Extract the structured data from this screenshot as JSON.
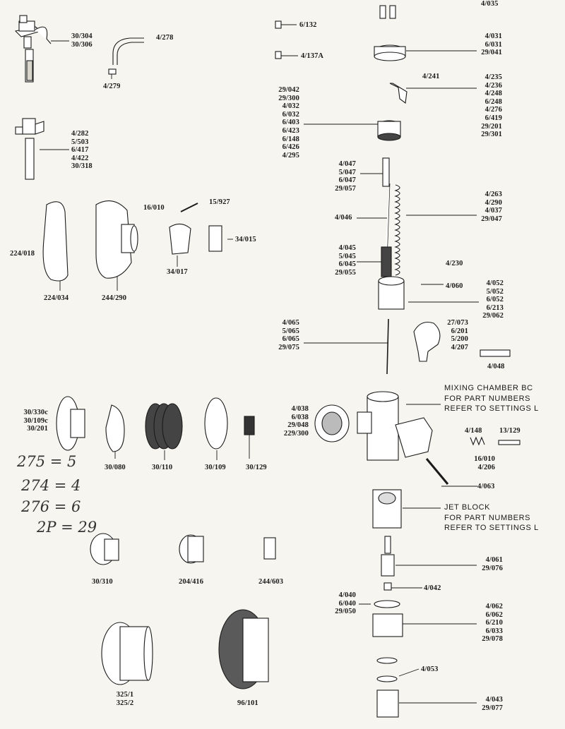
{
  "labels": {
    "l_30_304": [
      "30/304",
      "30/306"
    ],
    "l_4_278": [
      "4/278"
    ],
    "l_4_279": [
      "4/279"
    ],
    "l_4_282": [
      "4/282",
      "5/503",
      "6/417",
      "4/422",
      "30/318"
    ],
    "l_6_132": [
      "6/132"
    ],
    "l_4_137": [
      "4/137A"
    ],
    "l_4_035": [
      "4/035"
    ],
    "l_4_031": [
      "4/031",
      "6/031",
      "29/041"
    ],
    "l_4_241": [
      "4/241"
    ],
    "l_4_235": [
      "4/235",
      "4/236",
      "4/248",
      "6/248",
      "4/276",
      "6/419",
      "29/201",
      "29/301"
    ],
    "l_29_042": [
      "29/042",
      "29/300",
      "4/032",
      "6/032",
      "6/403",
      "6/423",
      "6/148",
      "6/426",
      "4/295"
    ],
    "l_4_047": [
      "4/047",
      "5/047",
      "6/047",
      "29/057"
    ],
    "l_4_046": [
      "4/046"
    ],
    "l_4_263": [
      "4/263",
      "4/290",
      "4/037",
      "29/047"
    ],
    "l_16_010a": [
      "16/010"
    ],
    "l_15_927": [
      "15/927"
    ],
    "l_34_015": [
      "34/015"
    ],
    "l_34_017": [
      "34/017"
    ],
    "l_224_018": [
      "224/018"
    ],
    "l_224_034": [
      "224/034"
    ],
    "l_244_290": [
      "244/290"
    ],
    "l_4_045": [
      "4/045",
      "5/045",
      "6/045",
      "29/055"
    ],
    "l_4_230": [
      "4/230"
    ],
    "l_4_060": [
      "4/060"
    ],
    "l_4_052": [
      "4/052",
      "5/052",
      "6/052",
      "6/213",
      "29/062"
    ],
    "l_4_065": [
      "4/065",
      "5/065",
      "6/065",
      "29/075"
    ],
    "l_27_073": [
      "27/073",
      "6/201",
      "5/200",
      "4/207"
    ],
    "l_4_048": [
      "4/048"
    ],
    "l_30_330": [
      "30/330c",
      "30/109c",
      "30/201"
    ],
    "l_30_080": [
      "30/080"
    ],
    "l_30_110": [
      "30/110"
    ],
    "l_30_109": [
      "30/109"
    ],
    "l_30_129": [
      "30/129"
    ],
    "l_4_038": [
      "4/038",
      "6/038",
      "29/048",
      "229/300"
    ],
    "l_4_148": [
      "4/148"
    ],
    "l_13_129": [
      "13/129"
    ],
    "l_16_010b": [
      "16/010",
      "4/206"
    ],
    "l_4_063": [
      "4/063"
    ],
    "l_30_310": [
      "30/310"
    ],
    "l_204_416": [
      "204/416"
    ],
    "l_244_603": [
      "244/603"
    ],
    "l_4_061": [
      "4/061",
      "29/076"
    ],
    "l_4_042": [
      "4/042"
    ],
    "l_4_040": [
      "4/040",
      "6/040",
      "29/050"
    ],
    "l_4_062": [
      "4/062",
      "6/062",
      "6/210",
      "6/033",
      "29/078"
    ],
    "l_4_053": [
      "4/053"
    ],
    "l_325": [
      "325/1",
      "325/2"
    ],
    "l_96_101": [
      "96/101"
    ],
    "l_4_043": [
      "4/043",
      "29/077"
    ]
  },
  "notes": {
    "mixing": [
      "MIXING CHAMBER BC",
      "FOR PART NUMBERS",
      "REFER TO SETTINGS L"
    ],
    "jet": [
      "JET BLOCK",
      "FOR PART NUMBERS",
      "REFER TO SETTINGS L"
    ]
  },
  "handwriting": [
    "275 = 5",
    "274 = 4",
    "276 = 6",
    "2P = 29"
  ]
}
